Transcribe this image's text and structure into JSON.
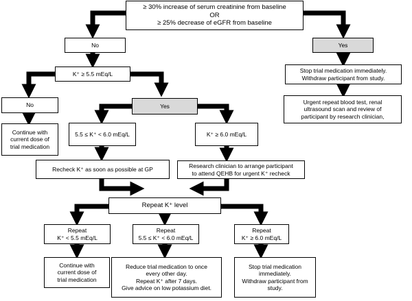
{
  "colors": {
    "line": "#000000",
    "shaded": "#d9d9d9",
    "background": "#ffffff"
  },
  "nodes": {
    "start": [
      "≥ 30% increase of serum creatinine from baseline",
      "OR",
      "≥ 25% decrease of eGFR from baseline"
    ],
    "no_1": [
      "No"
    ],
    "yes_1": [
      "Yes"
    ],
    "k_check": [
      "K⁺ ≥ 5.5 mEq/L"
    ],
    "stop_1": [
      "Stop trial medication immediately.",
      "Withdraw participant from study."
    ],
    "no_2": [
      "No"
    ],
    "yes_2": [
      "Yes"
    ],
    "urgent_test": [
      "Urgent repeat blood test, renal",
      "ultrasound scan and review of",
      "participant by research clinician,"
    ],
    "continue_1": [
      "Continue with",
      "current dose of",
      "trial medication"
    ],
    "range_1": [
      "5.5 ≤ K⁺ < 6.0 mEq/L"
    ],
    "high_1": [
      "K⁺ ≥ 6.0 mEq/L"
    ],
    "recheck_gp": [
      "Recheck K⁺  as soon as possible at GP"
    ],
    "clinician": [
      "Research clinician to arrange participant",
      "to attend QEHB for urgent K⁺ recheck"
    ],
    "repeat_k": [
      "Repeat K⁺ level"
    ],
    "repeat_low": [
      "Repeat",
      "K⁺ < 5.5 mEq/L"
    ],
    "repeat_mid": [
      "Repeat",
      "5.5 ≤ K⁺ < 6.0 mEq/L"
    ],
    "repeat_high": [
      "Repeat",
      "K⁺ ≥ 6.0 mEq/L"
    ],
    "continue_2": [
      "Continue with",
      "current dose of",
      "trial medication"
    ],
    "reduce": [
      "Reduce trial medication to once",
      "every other day.",
      "Repeat K⁺ after 7 days.",
      "Give advice on low potassium diet."
    ],
    "stop_2": [
      "Stop trial medication",
      "immediately.",
      "Withdraw participant from",
      "study."
    ]
  }
}
